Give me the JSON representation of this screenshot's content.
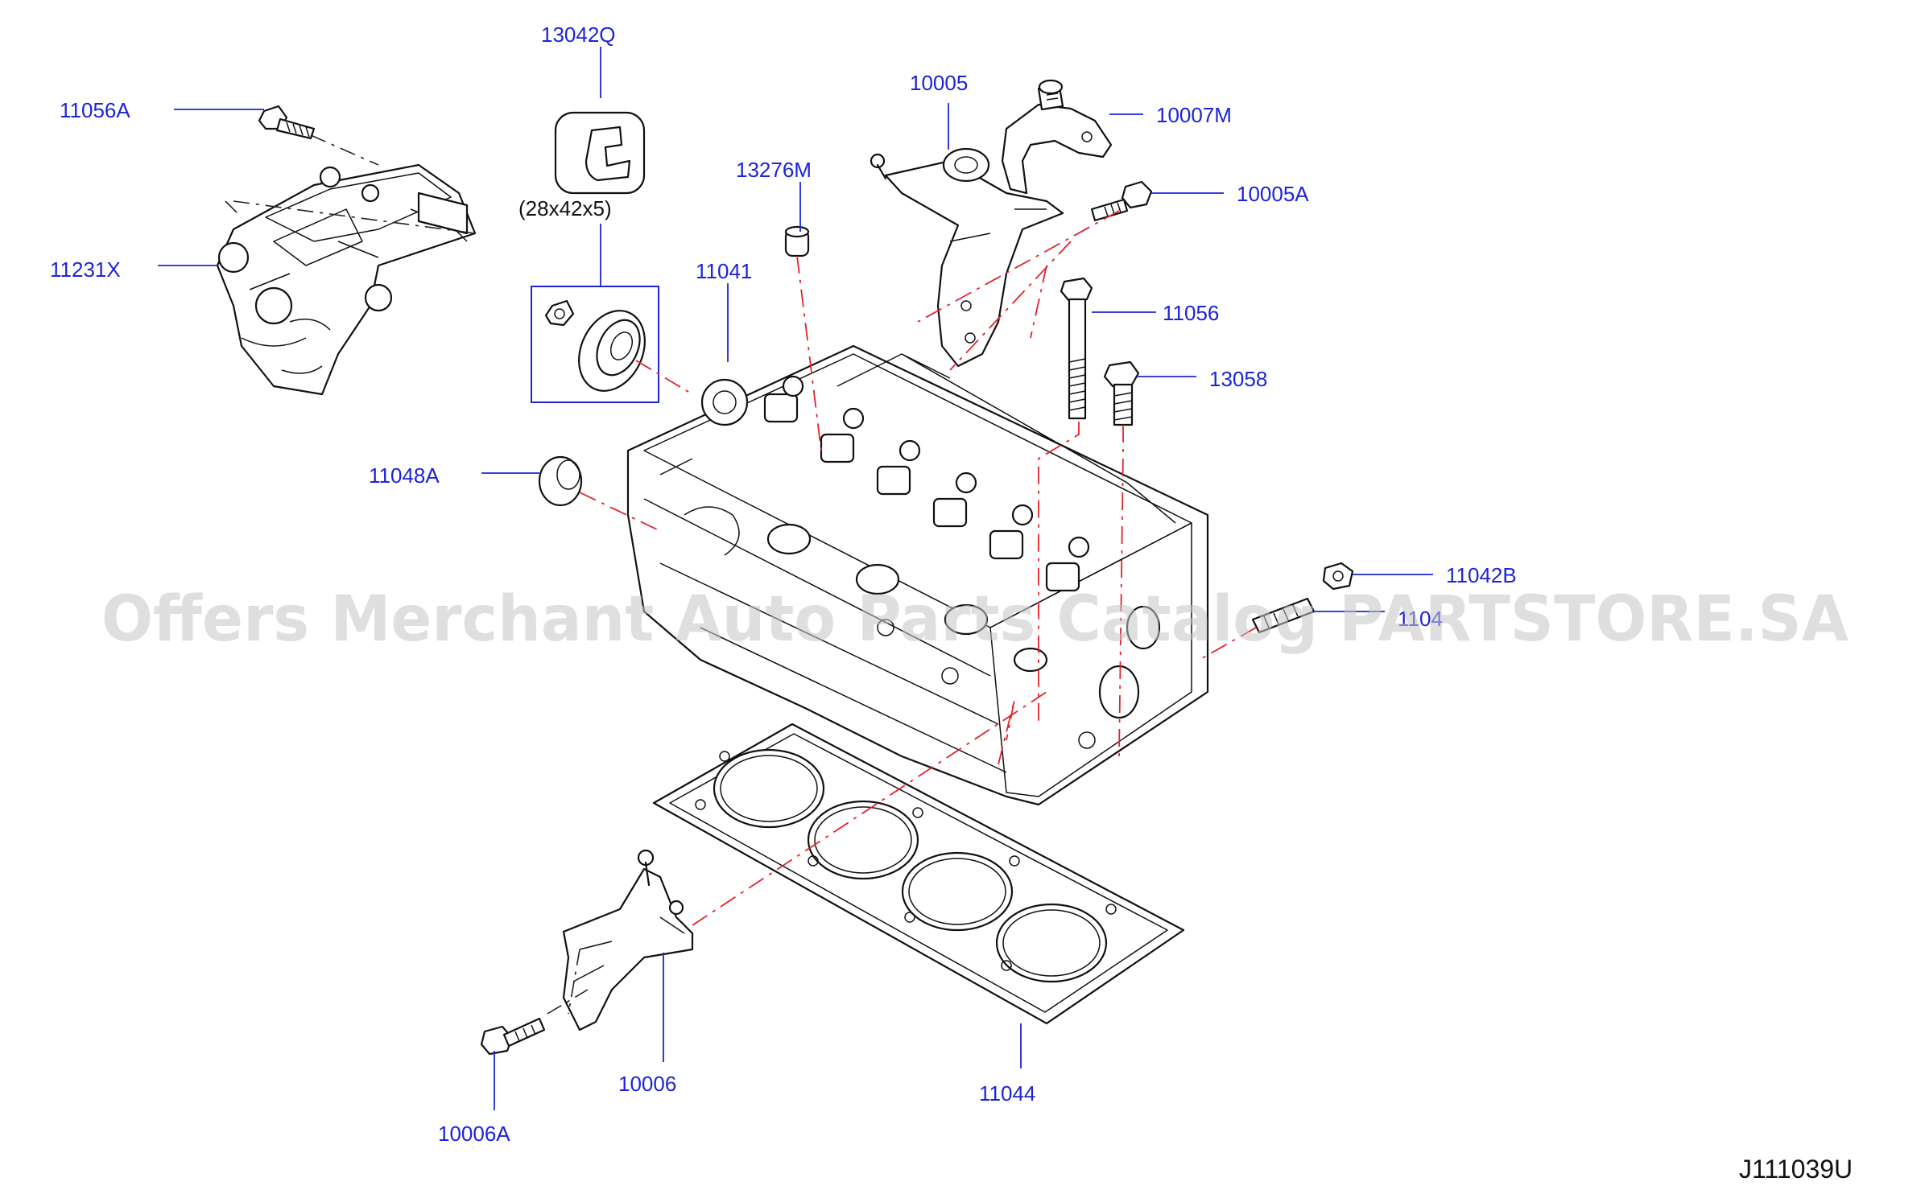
{
  "diagram": {
    "labels": {
      "p13042Q": "13042Q",
      "p11056A": "11056A",
      "p11231X": "11231X",
      "p28x42x5": "(28x42x5)",
      "p10005": "10005",
      "p10007M": "10007M",
      "p13276M": "13276M",
      "p10005A": "10005A",
      "p11041": "11041",
      "p11056": "11056",
      "p13058": "13058",
      "p11048A": "11048A",
      "p11042B": "11042B",
      "p1104x": "1104",
      "p10006": "10006",
      "p11044": "11044",
      "p10006A": "10006A"
    },
    "diagram_code": "J111039U",
    "watermark": "Offers Merchant Auto Parts Catalog PARTSTORE.SA",
    "colors": {
      "label": "#1c24d8",
      "centerline": "#e0242c",
      "line": "#111111",
      "watermark": "#c4c4c4"
    }
  }
}
